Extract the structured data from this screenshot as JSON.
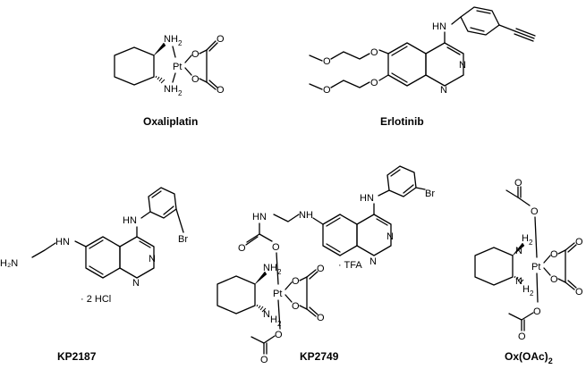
{
  "compounds": [
    {
      "id": "oxaliplatin",
      "name": "Oxaliplatin"
    },
    {
      "id": "erlotinib",
      "name": "Erlotinib"
    },
    {
      "id": "kp2187",
      "name": "KP2187",
      "salt": "· 2 HCl"
    },
    {
      "id": "kp2749",
      "name": "KP2749",
      "salt": "· TFA"
    },
    {
      "id": "oxoac",
      "name": "Ox(OAc)",
      "name_subscript": "2"
    }
  ],
  "atoms": {
    "N": "N",
    "NH": "NH",
    "HN": "HN",
    "H2": "H",
    "two": "2",
    "H2N": "H₂N",
    "O": "O",
    "Pt": "Pt",
    "Br": "Br"
  }
}
